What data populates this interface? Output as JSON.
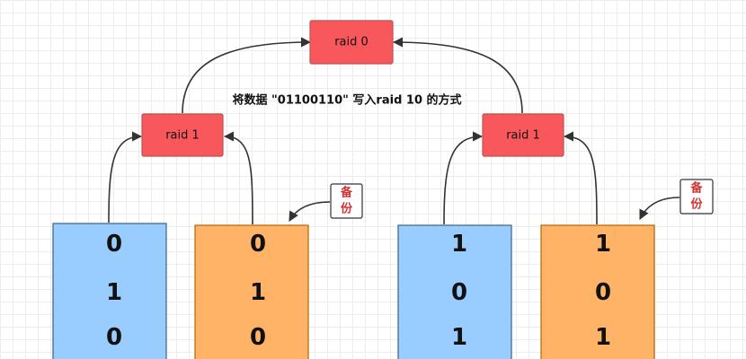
{
  "colors": {
    "raid_fill": "#f8585c",
    "raid_stroke": "#b85450",
    "disk_blue": "#99ccff",
    "disk_blue_stroke": "#36648b",
    "disk_orange": "#ffb366",
    "disk_orange_stroke": "#b46504",
    "note_text": "#d32f2f"
  },
  "nodes": {
    "top": "raid 0",
    "left": "raid 1",
    "right": "raid 1"
  },
  "caption": "将数据 \"01100110\" 写入raid 10 的方式",
  "notes": {
    "left_line1": "备",
    "left_line2": "份",
    "right_line1": "备",
    "right_line2": "份"
  },
  "disks": [
    {
      "bits": [
        "0",
        "1",
        "0"
      ]
    },
    {
      "bits": [
        "0",
        "1",
        "0"
      ]
    },
    {
      "bits": [
        "1",
        "0",
        "1"
      ]
    },
    {
      "bits": [
        "1",
        "0",
        "1"
      ]
    }
  ]
}
